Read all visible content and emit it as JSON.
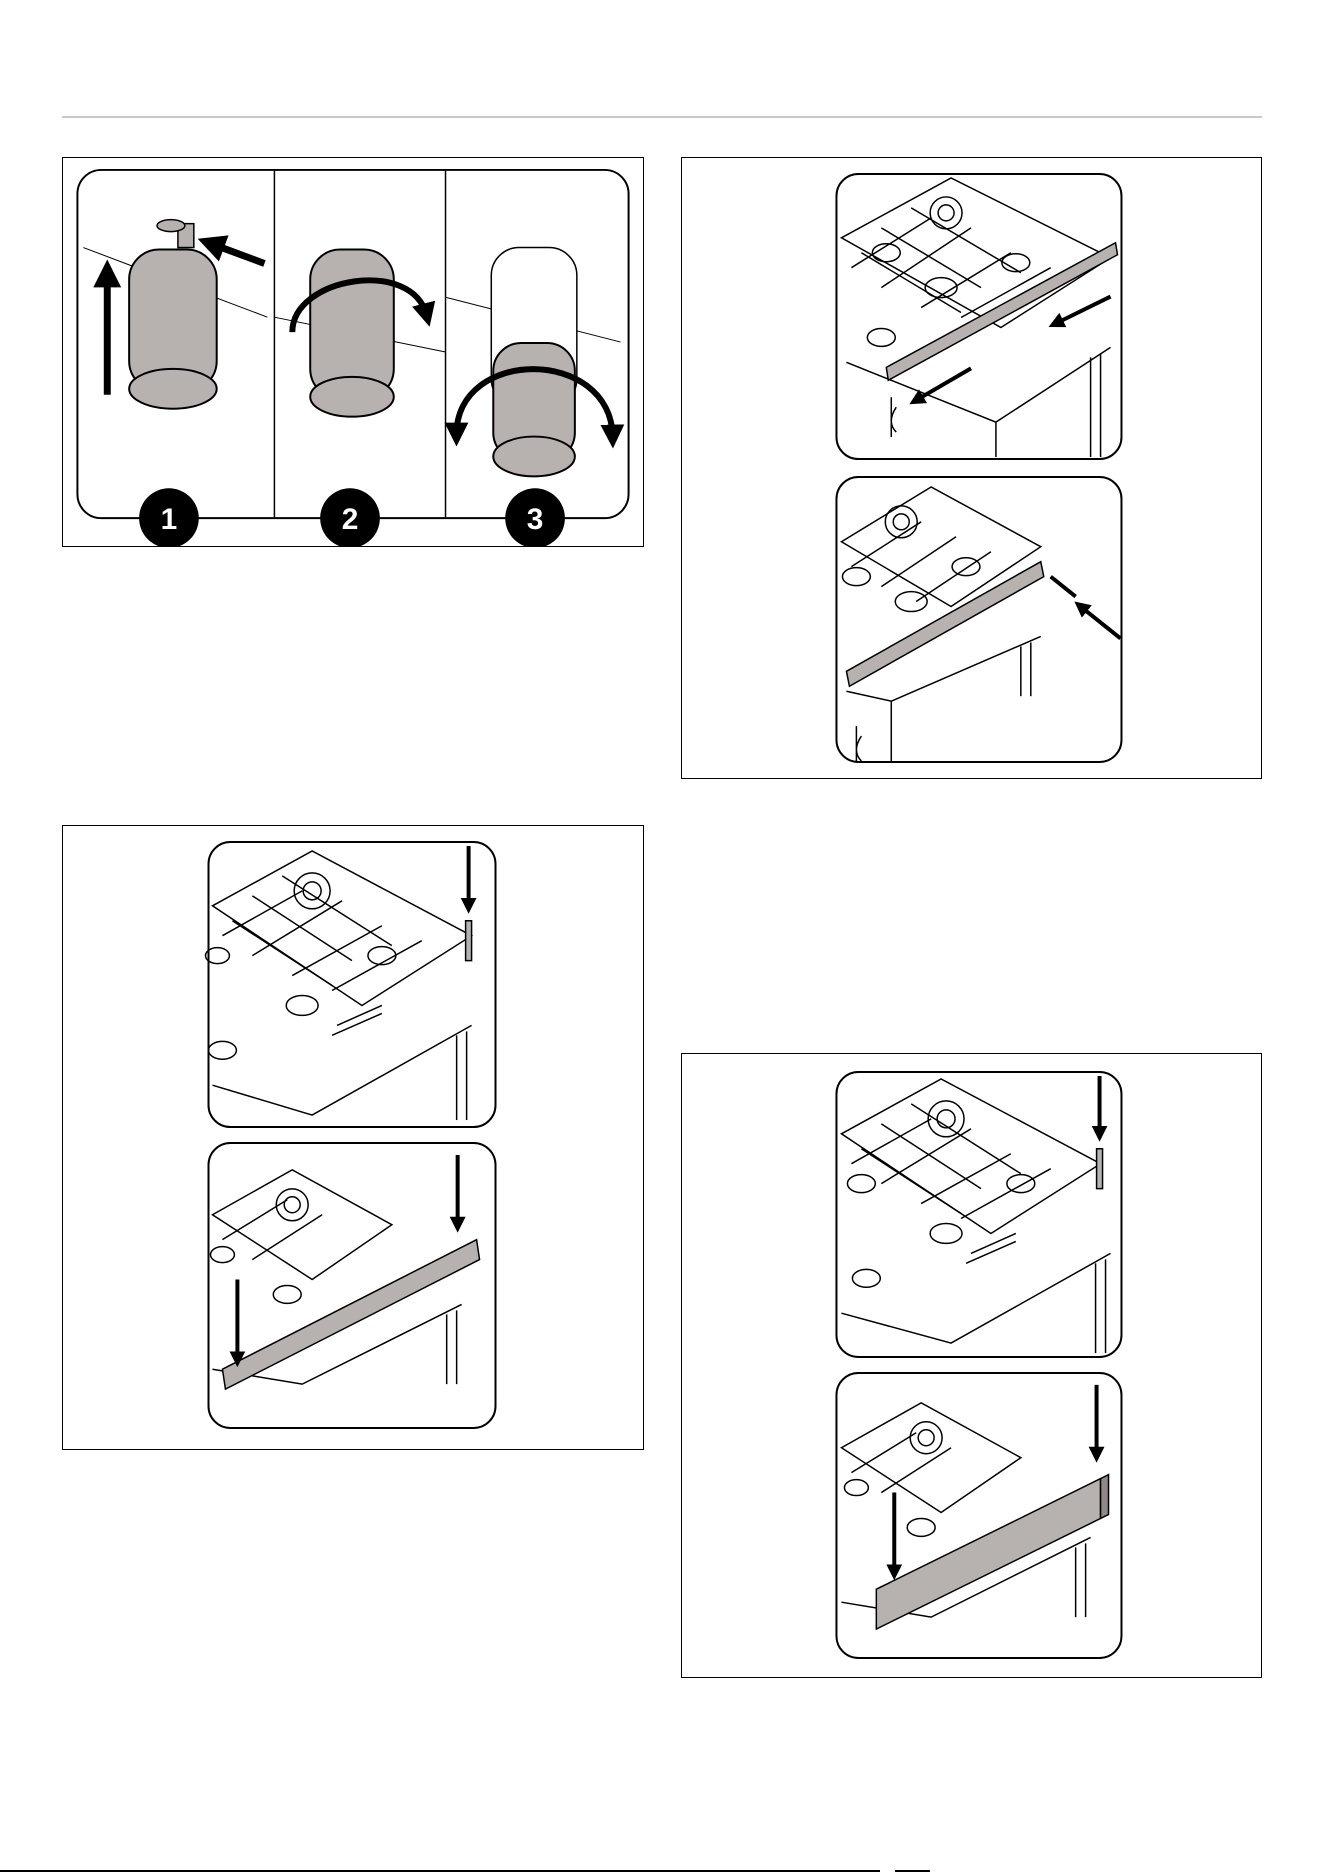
{
  "figures": {
    "cartridge_steps": {
      "steps": [
        "1",
        "2",
        "3"
      ]
    }
  },
  "colors": {
    "line": "#000000",
    "part_fill": "#b7b2b0",
    "rule": "#c8c8c8"
  }
}
